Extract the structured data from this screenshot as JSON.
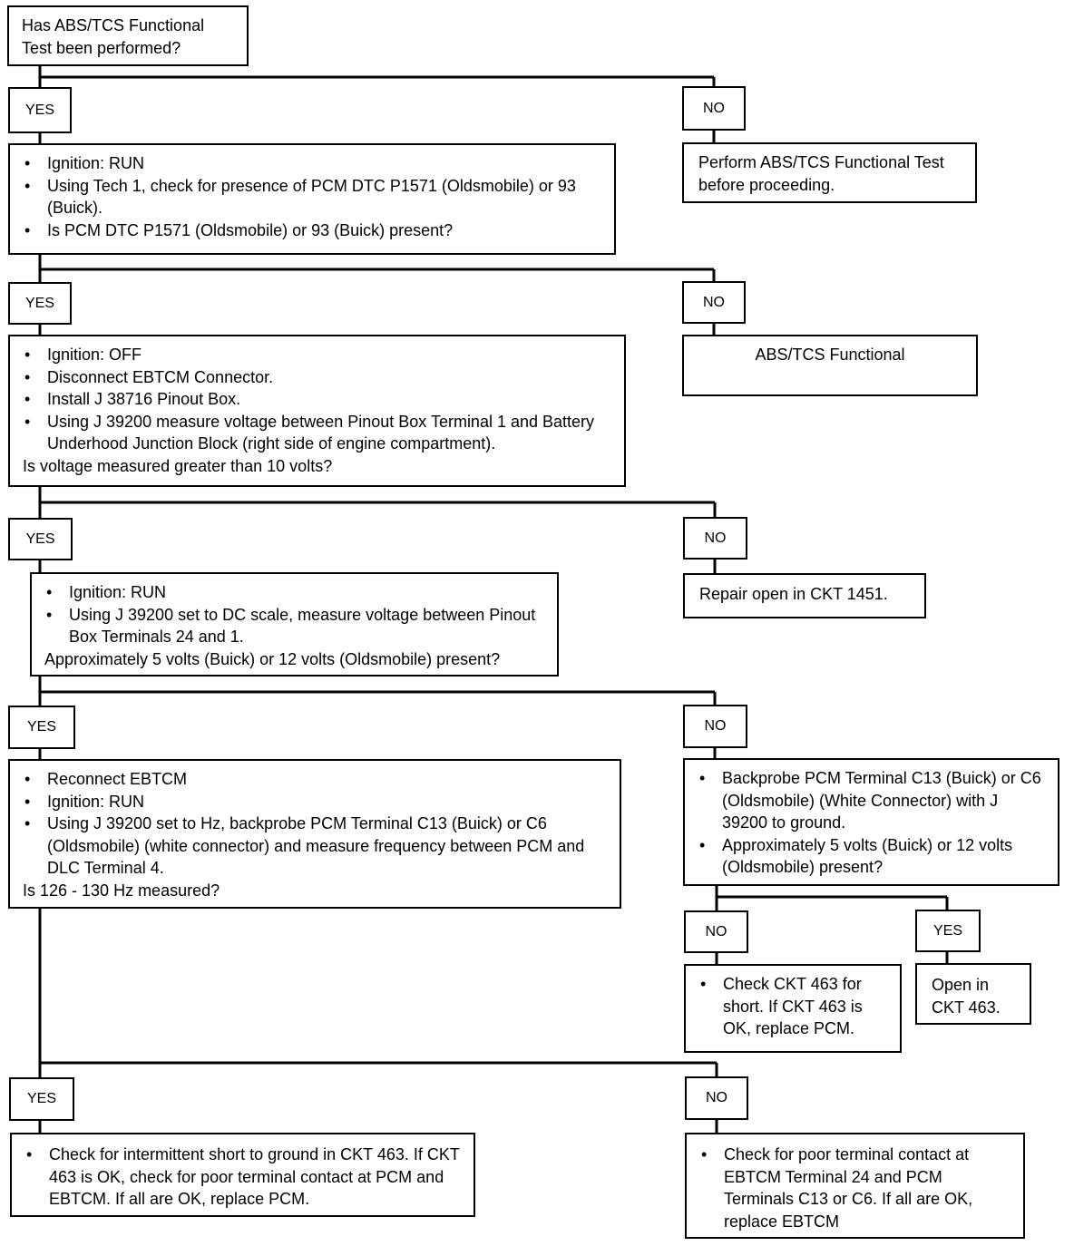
{
  "start": {
    "text_lines": [
      "Has ABS/TCS Functional",
      "Test been performed?"
    ]
  },
  "labels": {
    "yes": "YES",
    "no": "NO"
  },
  "step1": {
    "yes_box": {
      "bullets": [
        "Ignition:  RUN",
        "Using Tech 1, check for presence of PCM DTC P1571 (Oldsmobile) or 93 (Buick).",
        "Is PCM DTC P1571 (Oldsmobile) or 93 (Buick) present?"
      ]
    },
    "no_box": {
      "text": "Perform ABS/TCS Functional Test before proceeding."
    }
  },
  "step2": {
    "yes_box": {
      "bullets": [
        "Ignition:  OFF",
        "Disconnect EBTCM Connector.",
        "Install J 38716 Pinout Box.",
        "Using J 39200 measure voltage between Pinout Box Terminal 1 and Battery Underhood Junction Block (right side of engine compartment)."
      ],
      "question": "Is voltage measured greater than 10 volts?"
    },
    "no_box": {
      "text": "ABS/TCS Functional"
    }
  },
  "step3": {
    "yes_box": {
      "bullets": [
        "Ignition:  RUN",
        "Using J 39200 set to DC scale, measure voltage between Pinout Box Terminals 24 and 1."
      ],
      "question": "Approximately 5 volts (Buick) or 12 volts (Oldsmobile) present?"
    },
    "no_box": {
      "text": "Repair open in CKT 1451."
    }
  },
  "step4": {
    "yes_box": {
      "bullets": [
        "Reconnect EBTCM",
        "Ignition:  RUN",
        "Using J 39200 set to Hz, backprobe PCM Terminal C13 (Buick) or C6 (Oldsmobile) (white connector) and measure frequency between PCM and DLC Terminal 4."
      ],
      "question": "Is 126 - 130 Hz measured?"
    },
    "no_box": {
      "bullets": [
        "Backprobe PCM Terminal C13  (Buick) or C6 (Oldsmobile) (White Connector) with J 39200 to ground.",
        "Approximately 5 volts (Buick) or 12 volts (Oldsmobile) present?"
      ]
    }
  },
  "step4_no": {
    "no_box": {
      "bullets": [
        "Check CKT 463 for short. If CKT 463 is OK, replace PCM."
      ]
    },
    "yes_box": {
      "text": "Open in CKT 463."
    }
  },
  "step5": {
    "yes_box": {
      "bullets": [
        "Check for intermittent short to ground in CKT 463. If CKT 463 is OK, check for poor terminal contact at PCM and EBTCM. If all are OK, replace PCM."
      ]
    },
    "no_box": {
      "bullets": [
        "Check for poor terminal contact at EBTCM Terminal 24 and PCM Terminals C13 or C6. If all are OK, replace EBTCM"
      ]
    }
  }
}
